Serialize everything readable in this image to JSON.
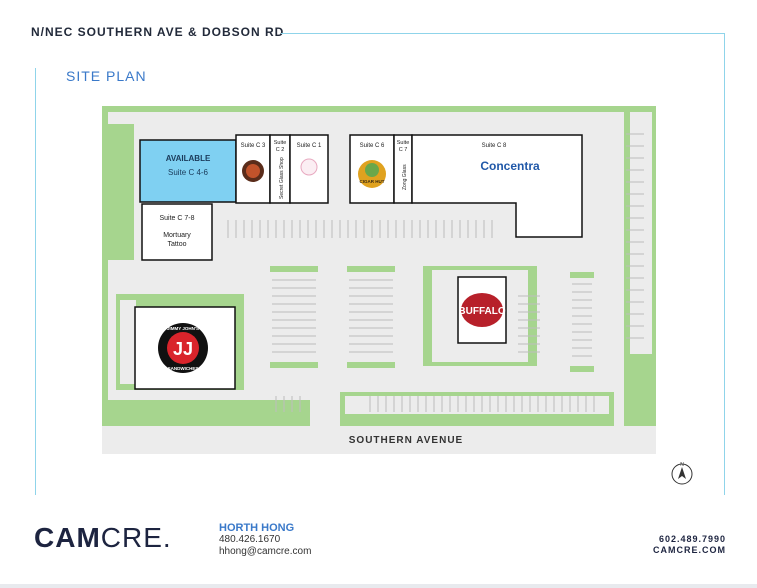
{
  "header": {
    "title": "N/NEC SOUTHERN AVE & DOBSON RD",
    "section_title": "SITE PLAN"
  },
  "colors": {
    "landscape": "#a6d58e",
    "pavement": "#ececec",
    "available": "#7fd0f2",
    "building": "#ffffff",
    "accent": "#3a79c9",
    "frame": "#8fd4ea"
  },
  "site_plan": {
    "suites": {
      "available_label": "AVAILABLE",
      "available_suite": "Suite C 4-6",
      "c3": "Suite C 3",
      "c2_line1": "Suite",
      "c2_line2": "C 2",
      "c2_tenant": "Secret Glass Shop",
      "c1": "Suite C 1",
      "c6": "Suite C 6",
      "c7_line1": "Suite",
      "c7_line2": "C 7",
      "c7_tenant": "Zong Glass",
      "c8": "Suite C 8",
      "c78": "Suite C 7-8",
      "c78_tenant_line1": "Mortuary",
      "c78_tenant_line2": "Tattoo"
    },
    "tenant_logos": {
      "concentra": "Concentra",
      "buffalo": "BUFFALO",
      "jimmy_johns": "JJ",
      "jimmy_johns_ring_top": "JIMMY JOHN'S",
      "jimmy_johns_ring_bottom": "SANDWICHES",
      "cigar": "CIGAR HUT"
    },
    "street_label": "SOUTHERN AVENUE"
  },
  "contact": {
    "name": "HORTH HONG",
    "phone": "480.426.1670",
    "email": "hhong@camcre.com"
  },
  "company": {
    "logo_part1": "CAM",
    "logo_part2": "CRE.",
    "phone": "602.489.7990",
    "website": "CAMCRE.COM"
  },
  "compass_label": "N"
}
